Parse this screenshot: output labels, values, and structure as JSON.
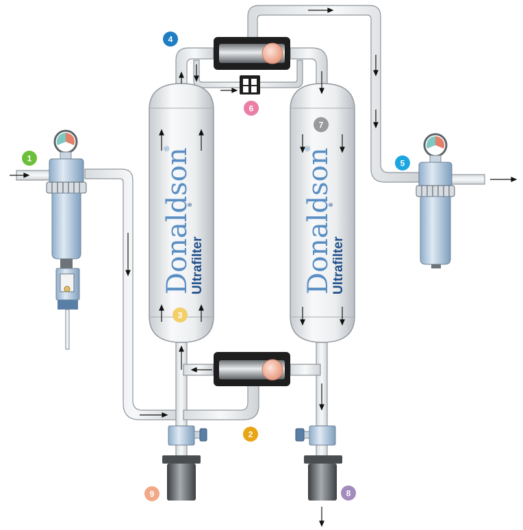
{
  "brand": {
    "name": "Donaldson",
    "registered": "®",
    "product": "Ultrafilter",
    "product_registered": "®"
  },
  "markers": [
    {
      "id": "1",
      "label": "1",
      "color": "#6cbf3a"
    },
    {
      "id": "2",
      "label": "2",
      "color": "#e8a614"
    },
    {
      "id": "3",
      "label": "3",
      "color": "#f3cf6a"
    },
    {
      "id": "4",
      "label": "4",
      "color": "#1f7dc4"
    },
    {
      "id": "5",
      "label": "5",
      "color": "#1ba6e0"
    },
    {
      "id": "6",
      "label": "6",
      "color": "#ea7ea6"
    },
    {
      "id": "7",
      "label": "7",
      "color": "#9a9a9a"
    },
    {
      "id": "8",
      "label": "8",
      "color": "#a48bbd"
    },
    {
      "id": "9",
      "label": "9",
      "color": "#f1a987"
    }
  ],
  "colors": {
    "pipe_fill": "#eef0f2",
    "pipe_stroke": "#8f969c",
    "vessel_light": "#f7f8f9",
    "vessel_dark": "#c5c9cd",
    "filter_blue": "#b8cfe6",
    "dark_housing": "#1e1e1e",
    "arrow": "#111111"
  }
}
